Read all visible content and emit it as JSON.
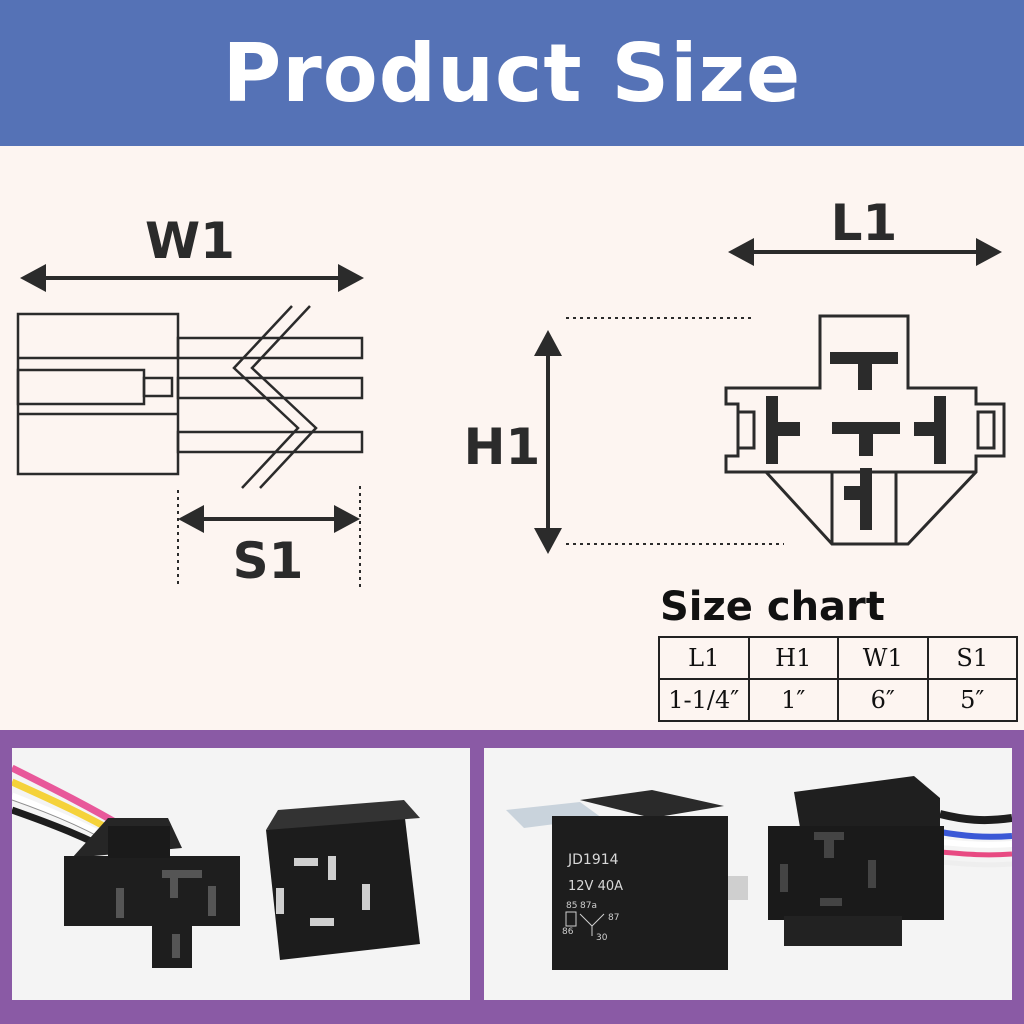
{
  "header": {
    "title": "Product Size"
  },
  "dimensions": {
    "w1": "W1",
    "s1": "S1",
    "h1": "H1",
    "l1": "L1"
  },
  "size_chart": {
    "title": "Size chart",
    "headers": [
      "L1",
      "H1",
      "W1",
      "S1"
    ],
    "values": [
      "1-1/4″",
      "1″",
      "6″",
      "5″"
    ]
  },
  "relay": {
    "model": "JD1914",
    "rating": "12V   40A",
    "pins": [
      "85",
      "87a",
      "87",
      "86",
      "30"
    ]
  },
  "colors": {
    "banner": "#5572b6",
    "frame": "#8a5aa5",
    "background": "#fdf5f1",
    "ink": "#2b2b2b"
  }
}
